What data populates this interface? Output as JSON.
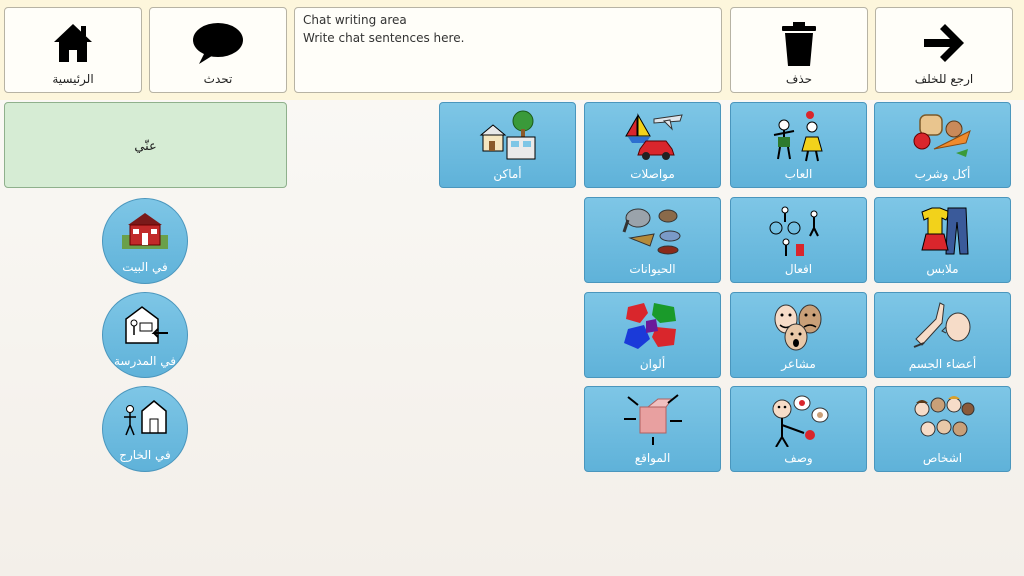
{
  "toolbar": {
    "home_label": "الرئيسية",
    "speak_label": "تحدث",
    "delete_label": "حذف",
    "back_label": "ارجع للخلف"
  },
  "chat": {
    "line1": "Chat writing area",
    "line2": "Write chat sentences here."
  },
  "categories": [
    {
      "label": "أكل وشرب",
      "icon": "food-icon"
    },
    {
      "label": "العاب",
      "icon": "play-icon"
    },
    {
      "label": "مواصلات",
      "icon": "transport-icon"
    },
    {
      "label": "أماكن",
      "icon": "places-icon"
    },
    {
      "label": "ملابس",
      "icon": "clothes-icon"
    },
    {
      "label": "افعال",
      "icon": "actions-icon"
    },
    {
      "label": "الحيوانات",
      "icon": "animals-icon"
    },
    {
      "label": "أعضاء الجسم",
      "icon": "body-parts-icon"
    },
    {
      "label": "مشاعر",
      "icon": "feelings-icon"
    },
    {
      "label": "ألوان",
      "icon": "colors-icon"
    },
    {
      "label": "اشخاص",
      "icon": "people-icon"
    },
    {
      "label": "وصف",
      "icon": "describe-icon"
    },
    {
      "label": "المواقع",
      "icon": "positions-icon"
    }
  ],
  "about": {
    "label": "عنّي"
  },
  "locations": [
    {
      "label": "في البيت",
      "icon": "house-icon"
    },
    {
      "label": "في المدرسة",
      "icon": "school-icon"
    },
    {
      "label": "في الخارج",
      "icon": "outside-icon"
    }
  ],
  "colors": {
    "topbar": "#fdf6dc",
    "category_blue": "#6bbbe0",
    "about_green": "#d6ecd4"
  }
}
